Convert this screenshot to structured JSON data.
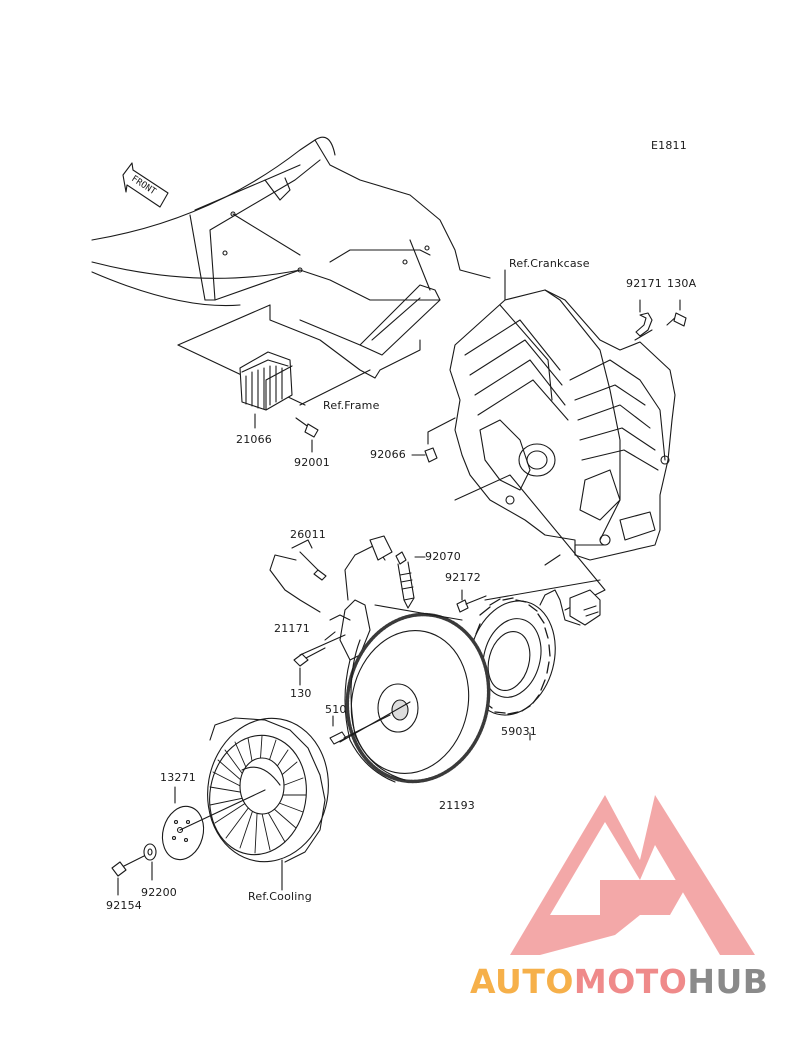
{
  "diagram_id": "E1811",
  "front_arrow": "FRONT",
  "refs": {
    "crankcase": "Ref.Crankcase",
    "frame": "Ref.Frame",
    "cooling": "Ref.Cooling"
  },
  "parts": {
    "p92171": "92171",
    "p130A": "130A",
    "p21066": "21066",
    "p92001": "92001",
    "p92066": "92066",
    "p26011": "26011",
    "p92070": "92070",
    "p92172": "92172",
    "p21171": "21171",
    "p130": "130",
    "p510": "510",
    "p59031": "59031",
    "p13271": "13271",
    "p21193": "21193",
    "p92200": "92200",
    "p92154": "92154"
  },
  "watermark": {
    "part1": "AUTO",
    "part2": "MOTO",
    "part3": "HUB",
    "colors": {
      "auto": "#f6b04a",
      "moto": "#ef8a8a",
      "hub": "#8a8a8a",
      "logo": "#f29a9a"
    }
  }
}
